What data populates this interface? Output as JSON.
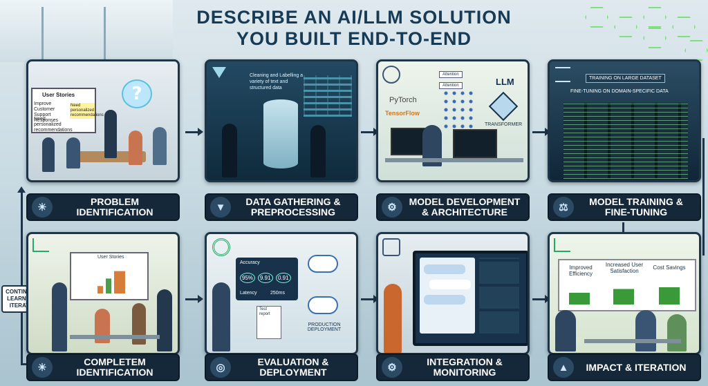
{
  "title": {
    "line1": "Describe an AI/LLM Solution",
    "line2": "You Built End-to-End"
  },
  "loop_label": "Continuous Learning & Iteration",
  "panels": [
    {
      "label": "Problem Identification",
      "icon": "lightbulb-icon",
      "board_title": "User Stories",
      "board_item1": "Improve Customer Support Responses",
      "board_item2": "Need personalized recommendations",
      "sticky": "Need personalized recommendations",
      "bubble": "?"
    },
    {
      "label": "Data Gathering & Preprocessing",
      "icon": "funnel-icon",
      "note": "Cleaning and Labelling a variety of text and structured data"
    },
    {
      "label": "Model Development & Architecture",
      "icon": "brain-icon",
      "framework1": "PyTorch",
      "framework2": "TensorFlow",
      "llm": "LLM",
      "attention1": "Attention",
      "attention2": "Attention",
      "transformer": "Transformer"
    },
    {
      "label": "Model Training & Fine-Tuning",
      "icon": "scales-icon",
      "banner1": "Training on Large Dataset",
      "banner2": "Fine-Tuning on Domain-Specific Data"
    },
    {
      "label": "Completem Identification",
      "icon": "lightbulb-icon",
      "board_title": "User Stories"
    },
    {
      "label": "Evaluation & Deployment",
      "icon": "target-icon",
      "metric_title": "Accuracy",
      "metric1": "95%",
      "metric2": "9.91",
      "metric3": "0.91",
      "latency_label": "Latency",
      "latency_value": "250ms",
      "report": "Test report",
      "deploy": "Production Deployment"
    },
    {
      "label": "Integration & Monitoring",
      "icon": "gear-icon"
    },
    {
      "label": "Impact & Iteration",
      "icon": "chart-icon",
      "metric1": "Improved Efficiency",
      "metric2": "Increased User Satisfaction",
      "metric3": "Cost Savings"
    }
  ],
  "colors": {
    "title": "#173a55",
    "label_bg": "#14283a",
    "accent": "#7de07d"
  }
}
